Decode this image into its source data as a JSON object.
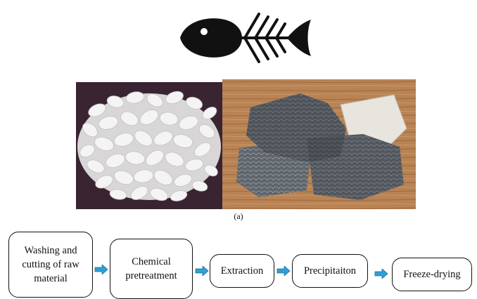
{
  "figure": {
    "caption": "(a)"
  },
  "process": {
    "steps": [
      "Washing and\ncutting of raw\nmaterial",
      "Chemical\npretreatment",
      "Extraction",
      "Precipitaiton",
      "Freeze-drying"
    ]
  },
  "colors": {
    "arrow": "#2f9fd6",
    "outline": "#111111"
  },
  "icons": {
    "header": "fish-skeleton-icon"
  }
}
